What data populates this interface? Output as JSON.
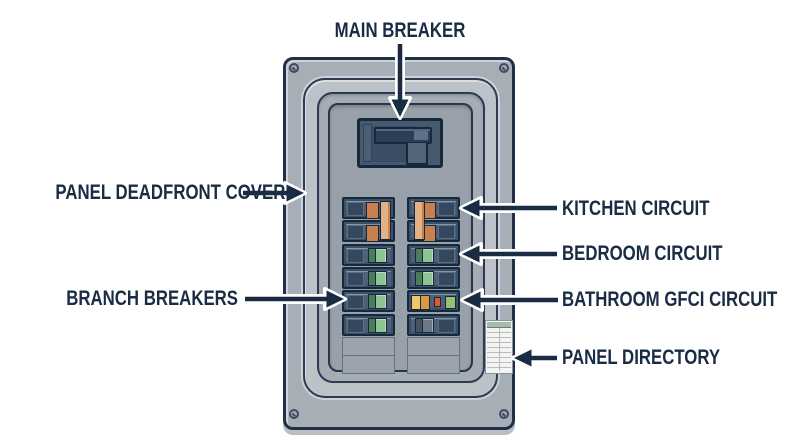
{
  "labels": {
    "main_breaker": "MAIN BREAKER",
    "panel_deadfront_cover": "PANEL DEADFRONT COVER",
    "branch_breakers": "BRANCH BREAKERS",
    "kitchen_circuit": "KITCHEN CIRCUIT",
    "bedroom_circuit": "BEDROOM CIRCUIT",
    "bathroom_gfci_circuit": "BATHROOM GFCI CIRCUIT",
    "panel_directory": "PANEL DIRECTORY"
  },
  "panel": {
    "breaker_states": {
      "left": [
        "dpole",
        "dpole",
        "green",
        "green",
        "green",
        "green"
      ],
      "right": [
        "dpole",
        "dpole",
        "green",
        "green",
        "gfci",
        "gray"
      ]
    },
    "blank_slots_per_column": 2,
    "corner_screws": 4,
    "directory_rows": 9
  },
  "colors": {
    "label_text": "#1a2b44",
    "arrow": "#1a2b44",
    "panel_face": "#a8aeb6",
    "panel_raised": "#bcc2c8",
    "breaker_body": "#3c5067",
    "toggle_green_dark": "#4c7c5c",
    "toggle_green_light": "#8cc494",
    "double_pole_handle_orange": "#c8804f",
    "double_pole_tie_tan": "#e2b287",
    "gfci_yellow": "#eec76a",
    "gfci_orange": "#dd9842",
    "gfci_test_red": "#e2572e",
    "gfci_reset_green": "#94c173",
    "directory_header_green": "#a2bdac"
  }
}
